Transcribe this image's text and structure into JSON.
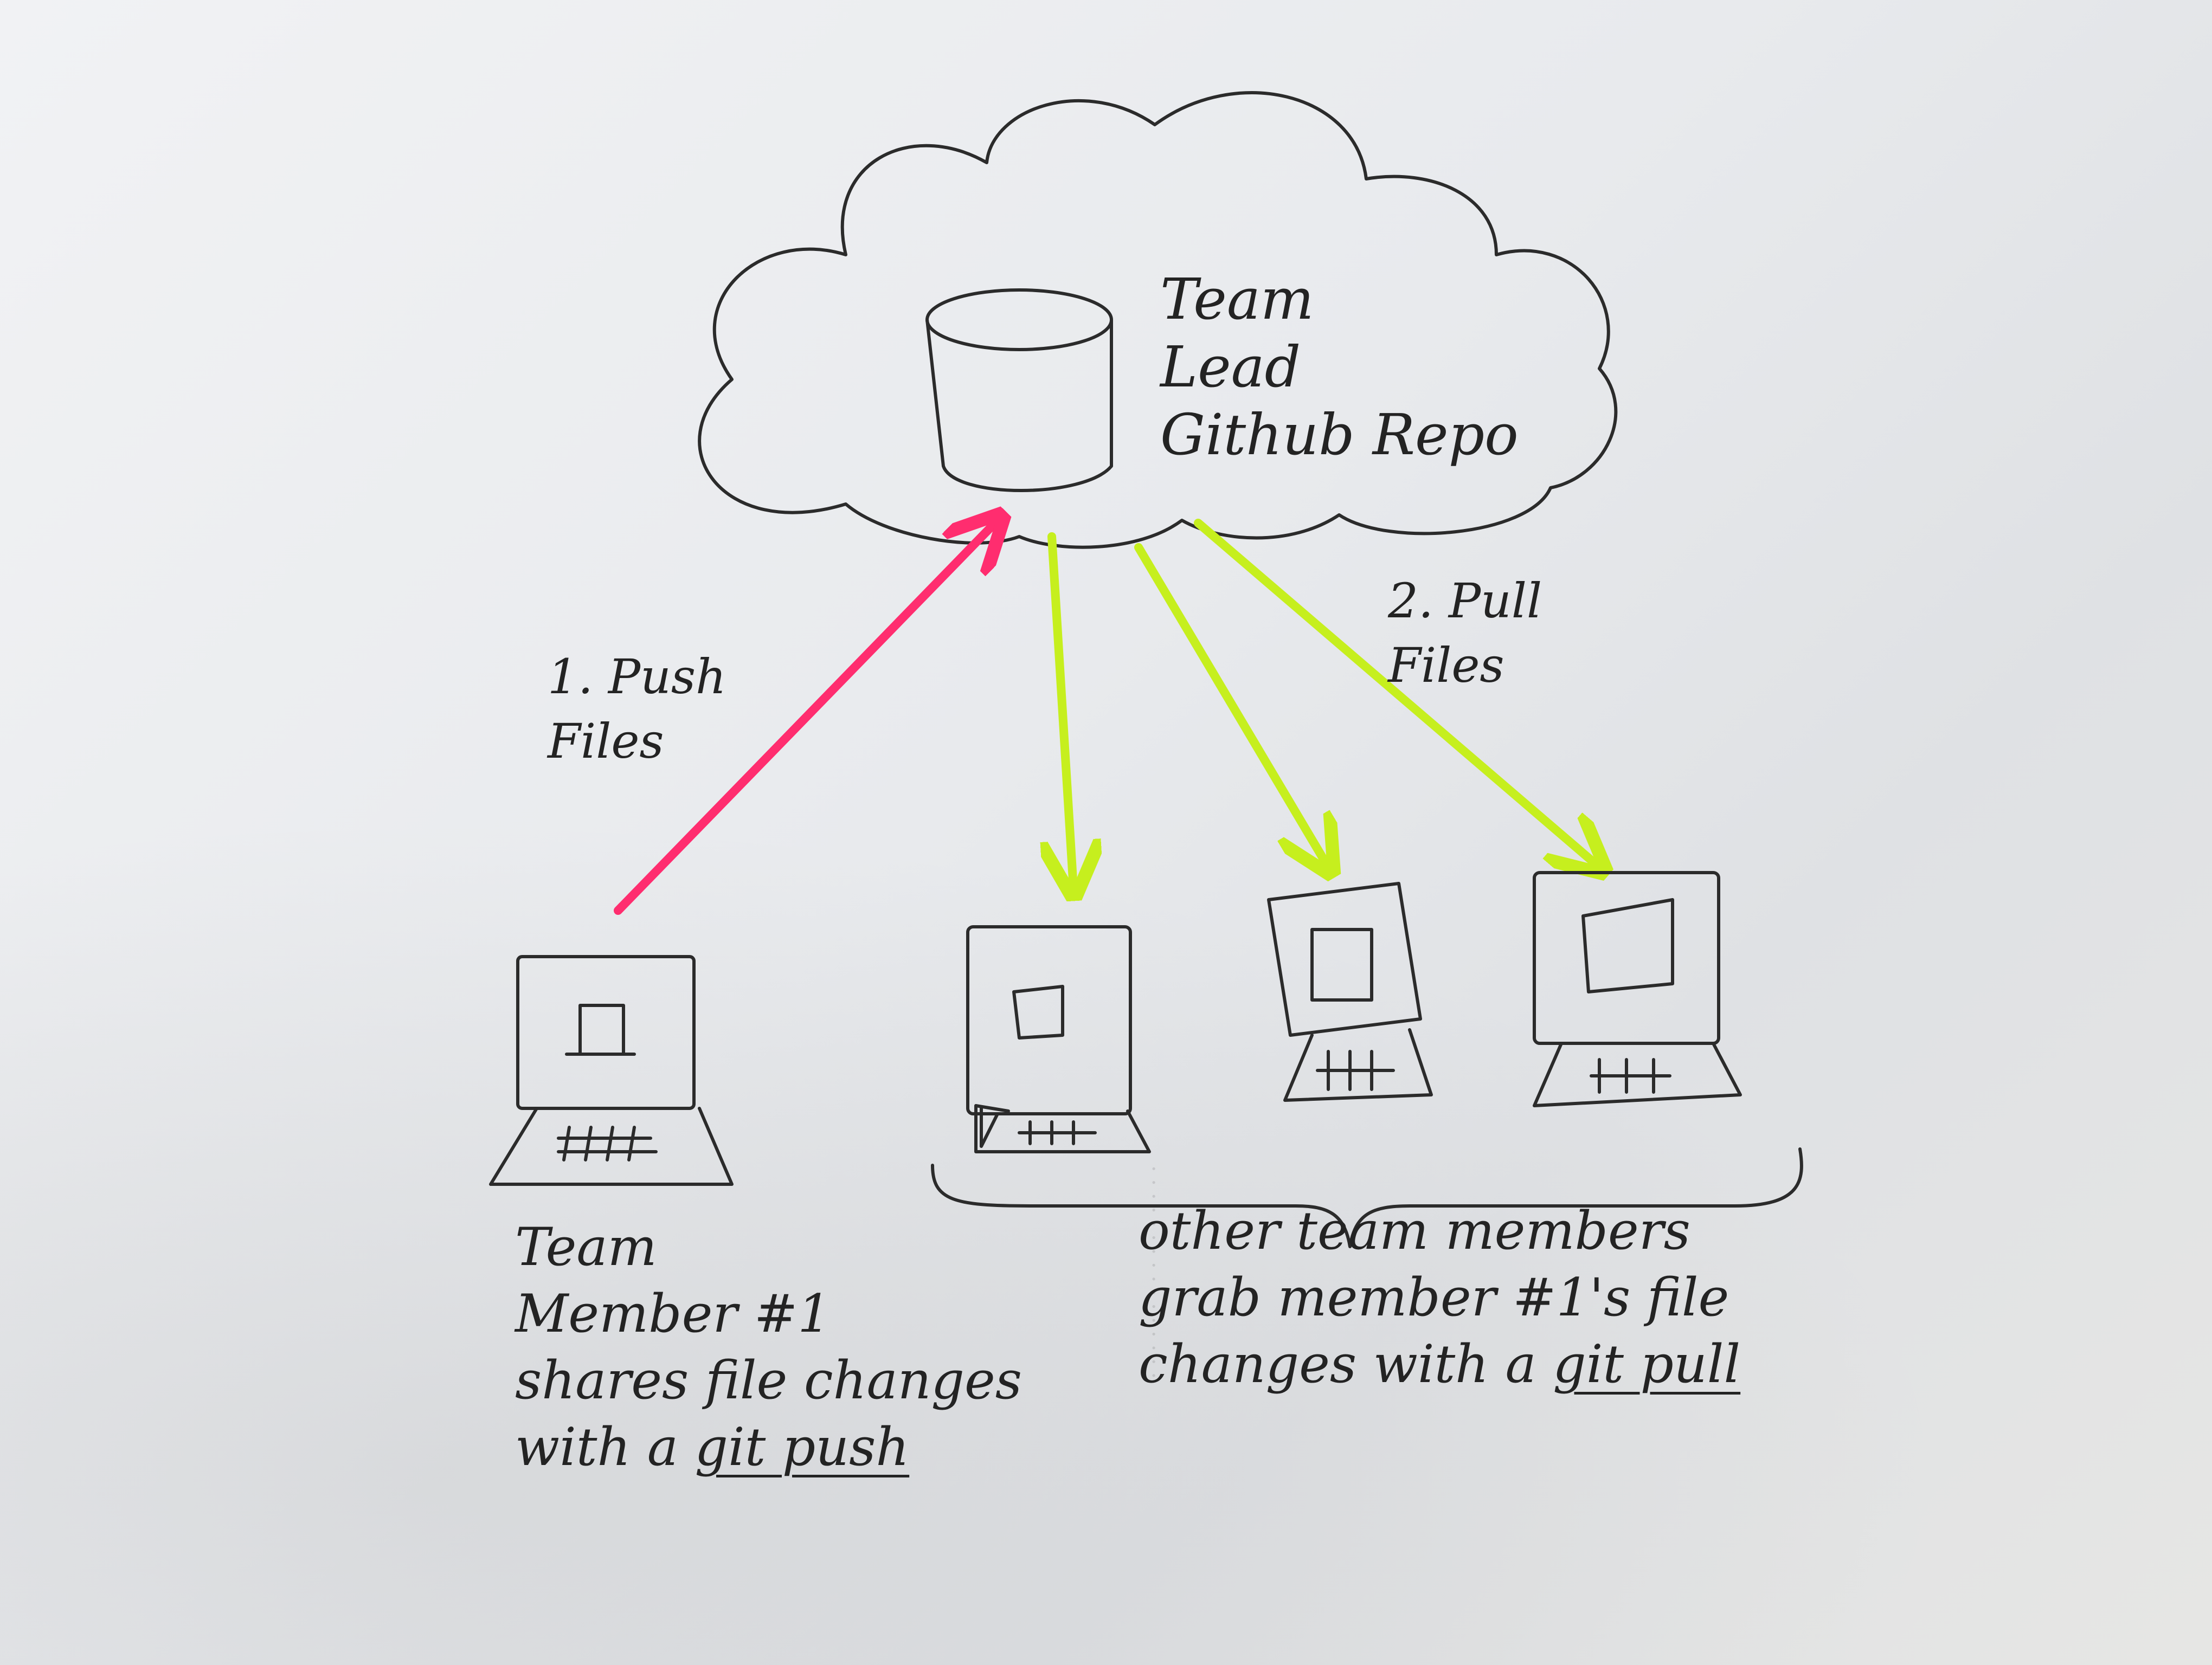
{
  "repo": {
    "label": "Team\nLead\nGithub Repo"
  },
  "push": {
    "step_label": "1. Push\nFiles",
    "color": "#ff2d6f"
  },
  "pull": {
    "step_label": "2. Pull\nFiles",
    "color": "#c6ef1e"
  },
  "member1": {
    "caption_pre": "Team\nMember #1\nshares file changes\nwith a ",
    "command": "git push"
  },
  "others": {
    "caption_pre": "other team members\ngrab member #1's file\nchanges with a ",
    "command": "git pull"
  },
  "icons": [
    "cloud-icon",
    "database-icon",
    "laptop-icon",
    "desktop-computer-icon"
  ]
}
